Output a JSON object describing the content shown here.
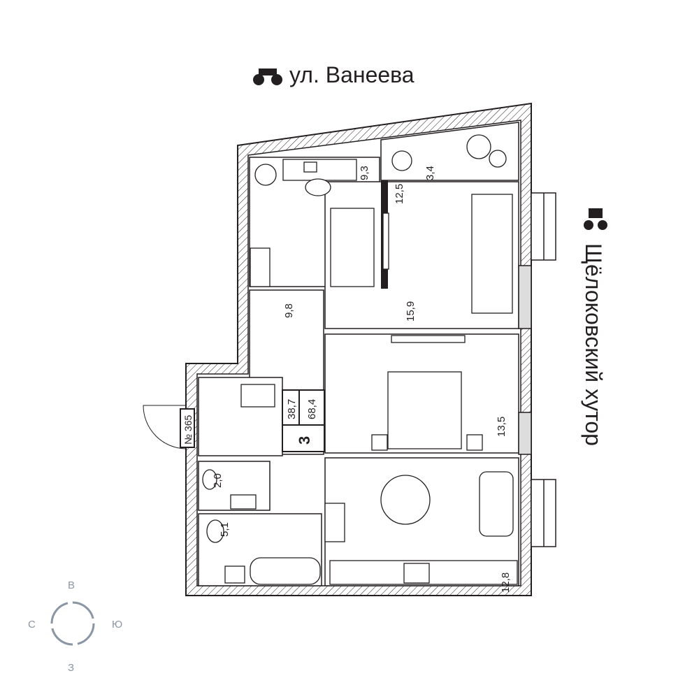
{
  "streets": {
    "top": "ул. Ванеева",
    "right": "Щёлоковский хутор"
  },
  "rooms": [
    {
      "name": "bedroom-small",
      "area": "9,3"
    },
    {
      "name": "balcony",
      "area": "3,4"
    },
    {
      "name": "living-a",
      "area": "12,5"
    },
    {
      "name": "living-b",
      "area": "15,9"
    },
    {
      "name": "hall",
      "area": "9,8"
    },
    {
      "name": "bedroom-large",
      "area": "13,5"
    },
    {
      "name": "kitchen",
      "area": "12,8"
    },
    {
      "name": "wc",
      "area": "2,0"
    },
    {
      "name": "bathroom",
      "area": "5,1"
    }
  ],
  "summary": {
    "living_area": "38,7",
    "total_area": "68,4",
    "rooms_count": "3"
  },
  "apartment_number": "№ 365",
  "compass": {
    "north": "В",
    "west": "С",
    "east": "Ю",
    "south": "З"
  },
  "colors": {
    "walls": "#231f20",
    "compass": "#8a96a3"
  }
}
